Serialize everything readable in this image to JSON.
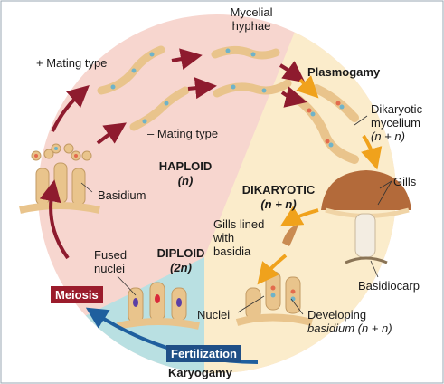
{
  "labels": {
    "mycelial_hyphae_1": "Mycelial",
    "mycelial_hyphae_2": "hyphae",
    "plus_mating": "+ Mating type",
    "minus_mating": "– Mating type",
    "plasmogamy": "Plasmogamy",
    "dikaryotic_myc_1": "Dikaryotic",
    "dikaryotic_myc_2": "mycelium",
    "dikaryotic_myc_3": "(n + n)",
    "gills": "Gills",
    "gills_lined_1": "Gills lined",
    "gills_lined_2": "with",
    "gills_lined_3": "basidia",
    "basidiocarp": "Basidiocarp",
    "developing_1": "Developing",
    "developing_2": "basidium (n + n)",
    "nuclei": "Nuclei",
    "fused_1": "Fused",
    "fused_2": "nuclei",
    "basidium": "Basidium",
    "karyogamy": "Karyogamy"
  },
  "phases": {
    "haploid": "HAPLOID",
    "haploid_n": "(n)",
    "dikaryotic": "DIKARYOTIC",
    "dikaryotic_n": "(n + n)",
    "diploid": "DIPLOID",
    "diploid_n": "(2n)"
  },
  "tags": {
    "meiosis": "Meiosis",
    "fertilization": "Fertilization"
  },
  "colors": {
    "haploid_bg": "#f7d6cf",
    "dikaryotic_bg": "#fbeccb",
    "diploid_bg": "#b9e0e2",
    "haploid_arrow": "#8e1b2e",
    "dikaryotic_arrow": "#f0a21c",
    "diploid_arrow": "#1f5f9e",
    "meiosis_tag": "#9b1c2c",
    "fertilization_tag": "#1f4f87",
    "cell": "#e9c48c",
    "nucleus_haploid": "#6fb3c9",
    "nucleus_dikaryon": "#e36b4d"
  }
}
